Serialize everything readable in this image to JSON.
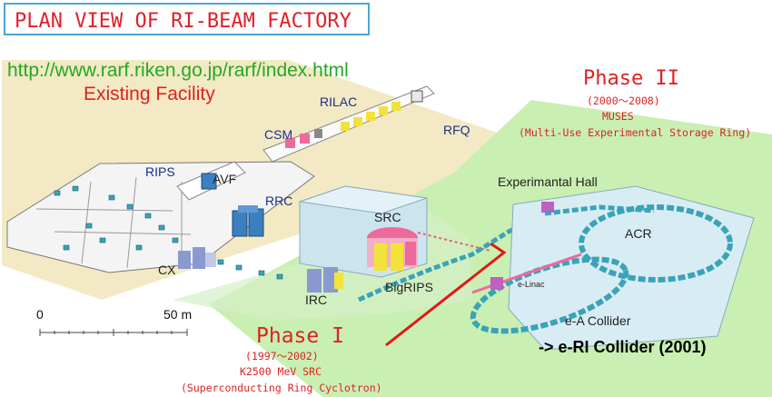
{
  "title": "PLAN VIEW OF RI-BEAM FACTORY",
  "url": "http://www.rarf.riken.go.jp/rarf/index.html",
  "existing_facility": "Existing Facility",
  "phase2": {
    "title": "Phase II",
    "years": "(2000～2008)",
    "name": "MUSES",
    "full_name": "(Multi-Use Experimental Storage Ring)"
  },
  "phase1": {
    "title": "Phase I",
    "years": "(1997～2002)",
    "name": "K2500 MeV SRC",
    "full_name": "(Superconducting Ring Cyclotron)"
  },
  "labels": {
    "rilac": "RILAC",
    "csm": "CSM",
    "rfq": "RFQ",
    "rips": "RIPS",
    "avf": "AVF",
    "rrc": "RRC",
    "cx": "CX",
    "irc": "IRC",
    "src": "SRC",
    "bigrips": "BigRIPS",
    "experimental_hall": "Experimantal Hall",
    "acr": "ACR",
    "e_linac": "e-Linac",
    "ea_collider": "e-A Collider"
  },
  "scale": {
    "start": "0",
    "end": "50 m"
  },
  "collider_note": "-> e-RI Collider (2001)",
  "colors": {
    "title_red": "#e0202a",
    "title_border": "#4aa6d8",
    "url_green": "#22aa22",
    "existing_zone": "#f3e9c4",
    "phase2_zone": "#c9efb2",
    "building_blue": "#3a7fc0",
    "magnet_yellow": "#f2e23a",
    "magnet_pink": "#ee6a9a",
    "ring_teal": "#3aa3b8"
  }
}
